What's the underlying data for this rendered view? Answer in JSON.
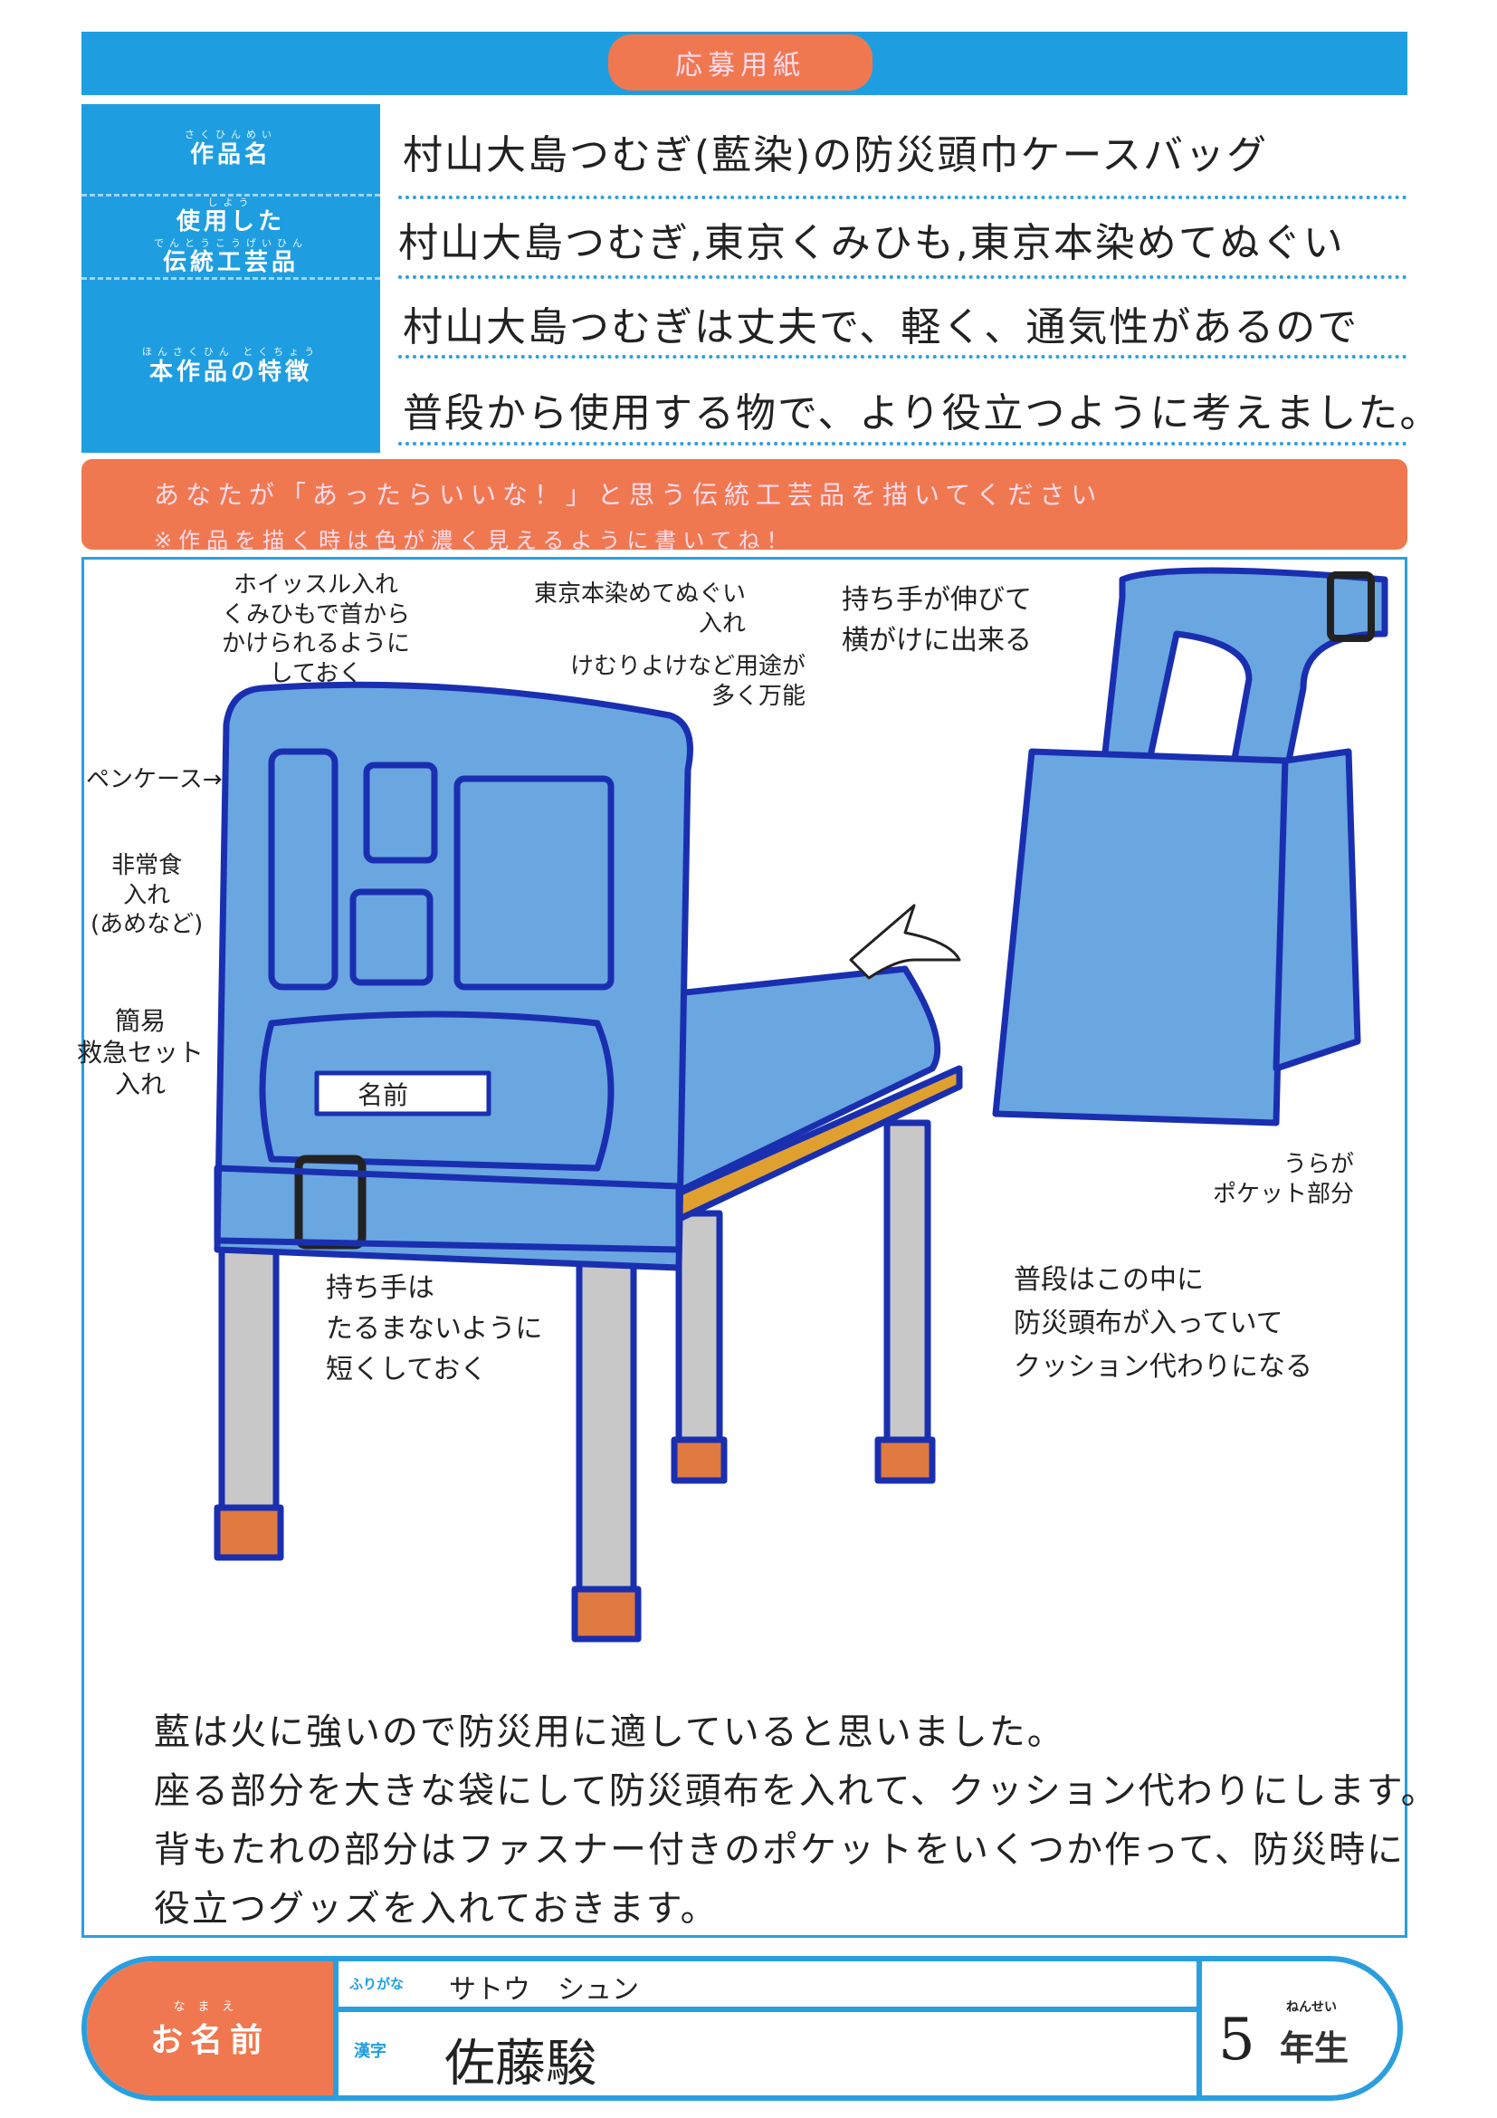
{
  "form_title": "応募用紙",
  "fields": [
    {
      "label": "作品名",
      "ruby": "さくひんめい",
      "value": "村山大島つむぎ(藍染)の防災頭巾ケースバッグ"
    },
    {
      "label": "使用した",
      "label2": "伝統工芸品",
      "ruby": "しよう",
      "ruby2": "でんとうこうげいひん",
      "value": "村山大島つむぎ,東京くみひも,東京本染めてぬぐい"
    },
    {
      "label": "本作品の特徴",
      "ruby": "ほんさくひん とくちょう",
      "value": "村山大島つむぎは丈夫で、軽く、通気性があるので",
      "value2": "普段から使用する物で、より役立つように考えました。"
    }
  ],
  "banner": {
    "line1": "あなたが「あったらいいな！」と思う伝統工芸品を描いてください",
    "line2": "※作品を描く時は色が濃く見えるように書いてね！"
  },
  "colors": {
    "blue": "#1e9ee0",
    "orange": "#f07850",
    "crayon": "#5a9ad8",
    "ink": "#1a2fb0"
  },
  "annotations": {
    "whistle": "ホイッスル入れ\nくみひもで首から\nかけられるように\nしておく",
    "tenugui": "東京本染めてぬぐい\n入れ",
    "tenugui2": "けむりよけなど用途が\n多く万能",
    "handle": "持ち手が伸びて\n横がけに出来る",
    "pencase": "ペンケース→",
    "food": "非常食\n入れ\n(あめなど)",
    "firstaid": "簡易\n救急セット\n入れ",
    "nameplate": "名前",
    "shorthandle": "持ち手は\nたるまないように\n短くしておく",
    "inside": "普段はこの中に\n防災頭布が入っていて\nクッション代わりになる",
    "pocket": "うらが\nポケット部分"
  },
  "description": [
    "藍は火に強いので防災用に適していると思いました。",
    "座る部分を大きな袋にして防災頭布を入れて、クッション代わりにします。",
    "背もたれの部分はファスナー付きのポケットをいくつか作って、防災時に",
    "役立つグッズを入れておきます。"
  ],
  "name": {
    "label": "お名前",
    "ruby": "なまえ",
    "furigana_label": "ふりがな",
    "furigana": "サトウ　シュン",
    "kanji_label": "漢字",
    "kanji": "佐藤駿",
    "grade": "5",
    "grade_label": "年生",
    "grade_ruby": "ねんせい"
  }
}
